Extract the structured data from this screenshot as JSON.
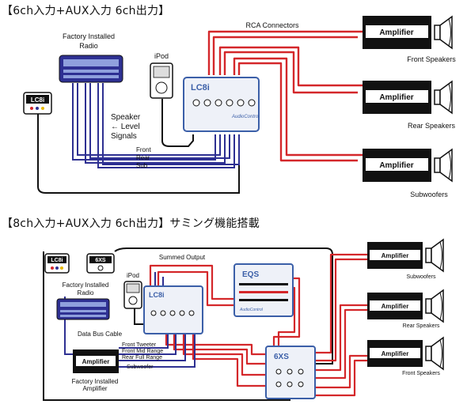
{
  "headings": {
    "top": "【6ch入力+AUX入力  6ch出力】",
    "bottom": "【8ch入力+AUX入力  6ch出力】サミング機能搭載"
  },
  "colors": {
    "rca": "#d4272a",
    "speaker_wire": "#2e3092",
    "aux_wire": "#111111",
    "amp_body": "#111111",
    "device_frame": "#3b5fa8"
  },
  "top": {
    "factory_radio": "Factory Installed Radio",
    "ipod": "iPod",
    "rca_connectors": "RCA Connectors",
    "speaker_level_signals": "Speaker Level Signals",
    "wires": {
      "front": "Front",
      "rear": "Rear",
      "sub": "Sub"
    },
    "lc8i_badge": "LC8i",
    "device_logo": "LC8i",
    "device_brand": "AudioControl",
    "amps": [
      "Amplifier",
      "Amplifier",
      "Amplifier"
    ],
    "speakers": [
      "Front Speakers",
      "Rear Speakers",
      "Subwoofers"
    ]
  },
  "bottom": {
    "lc8i_badge": "LC8i",
    "gxs_badge": "6XS",
    "summed_output": "Summed Output",
    "factory_radio": "Factory Installed Radio",
    "ipod": "iPod",
    "data_bus": "Data Bus Cable",
    "wires": [
      "Front Tweeter",
      "Front Mid Range",
      "Rear Full Range",
      "Subwoofer"
    ],
    "factory_amp": "Factory Installed Amplifier",
    "factory_amp_box": "Amplifier",
    "lc8i_logo": "LC8i",
    "eq_logo": "EQS",
    "gxs_logo": "6XS",
    "brand": "AudioControl",
    "amps": [
      "Amplifier",
      "Amplifier",
      "Amplifier"
    ],
    "speakers": [
      "Subwoofers",
      "Rear Speakers",
      "Front Speakers"
    ]
  }
}
